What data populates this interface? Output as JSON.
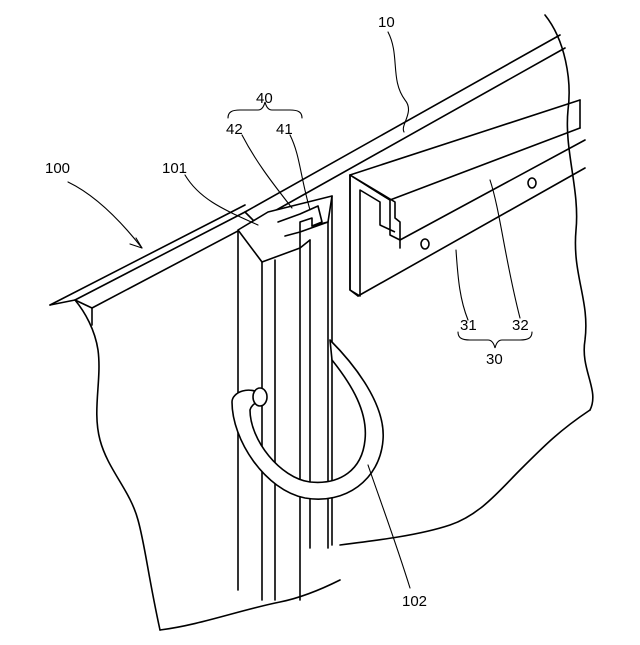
{
  "figure": {
    "labels": {
      "ref_10": "10",
      "ref_40": "40",
      "ref_42": "42",
      "ref_41": "41",
      "ref_100": "100",
      "ref_101": "101",
      "ref_31": "31",
      "ref_32": "32",
      "ref_30": "30",
      "ref_102": "102"
    }
  }
}
